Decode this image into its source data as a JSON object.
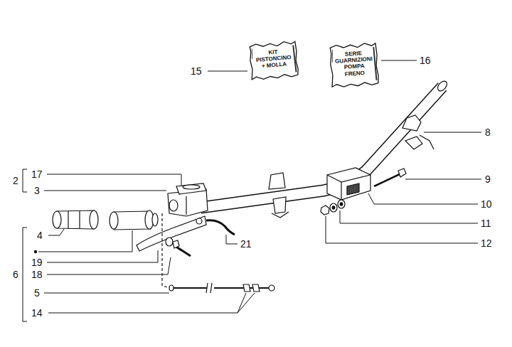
{
  "diagram": {
    "nodes": [
      {
        "text": [
          "KIT PISTONCINO + MOLLA"
        ]
      },
      {
        "text": [
          "SERIE GUARNIZIONI POMPA FRENO"
        ]
      }
    ],
    "labels": [
      "15",
      "16",
      "8",
      "9",
      "10",
      "11",
      "12",
      "2",
      "17",
      "3",
      "4",
      "6",
      "19",
      "18",
      "5",
      "14",
      "21"
    ]
  }
}
